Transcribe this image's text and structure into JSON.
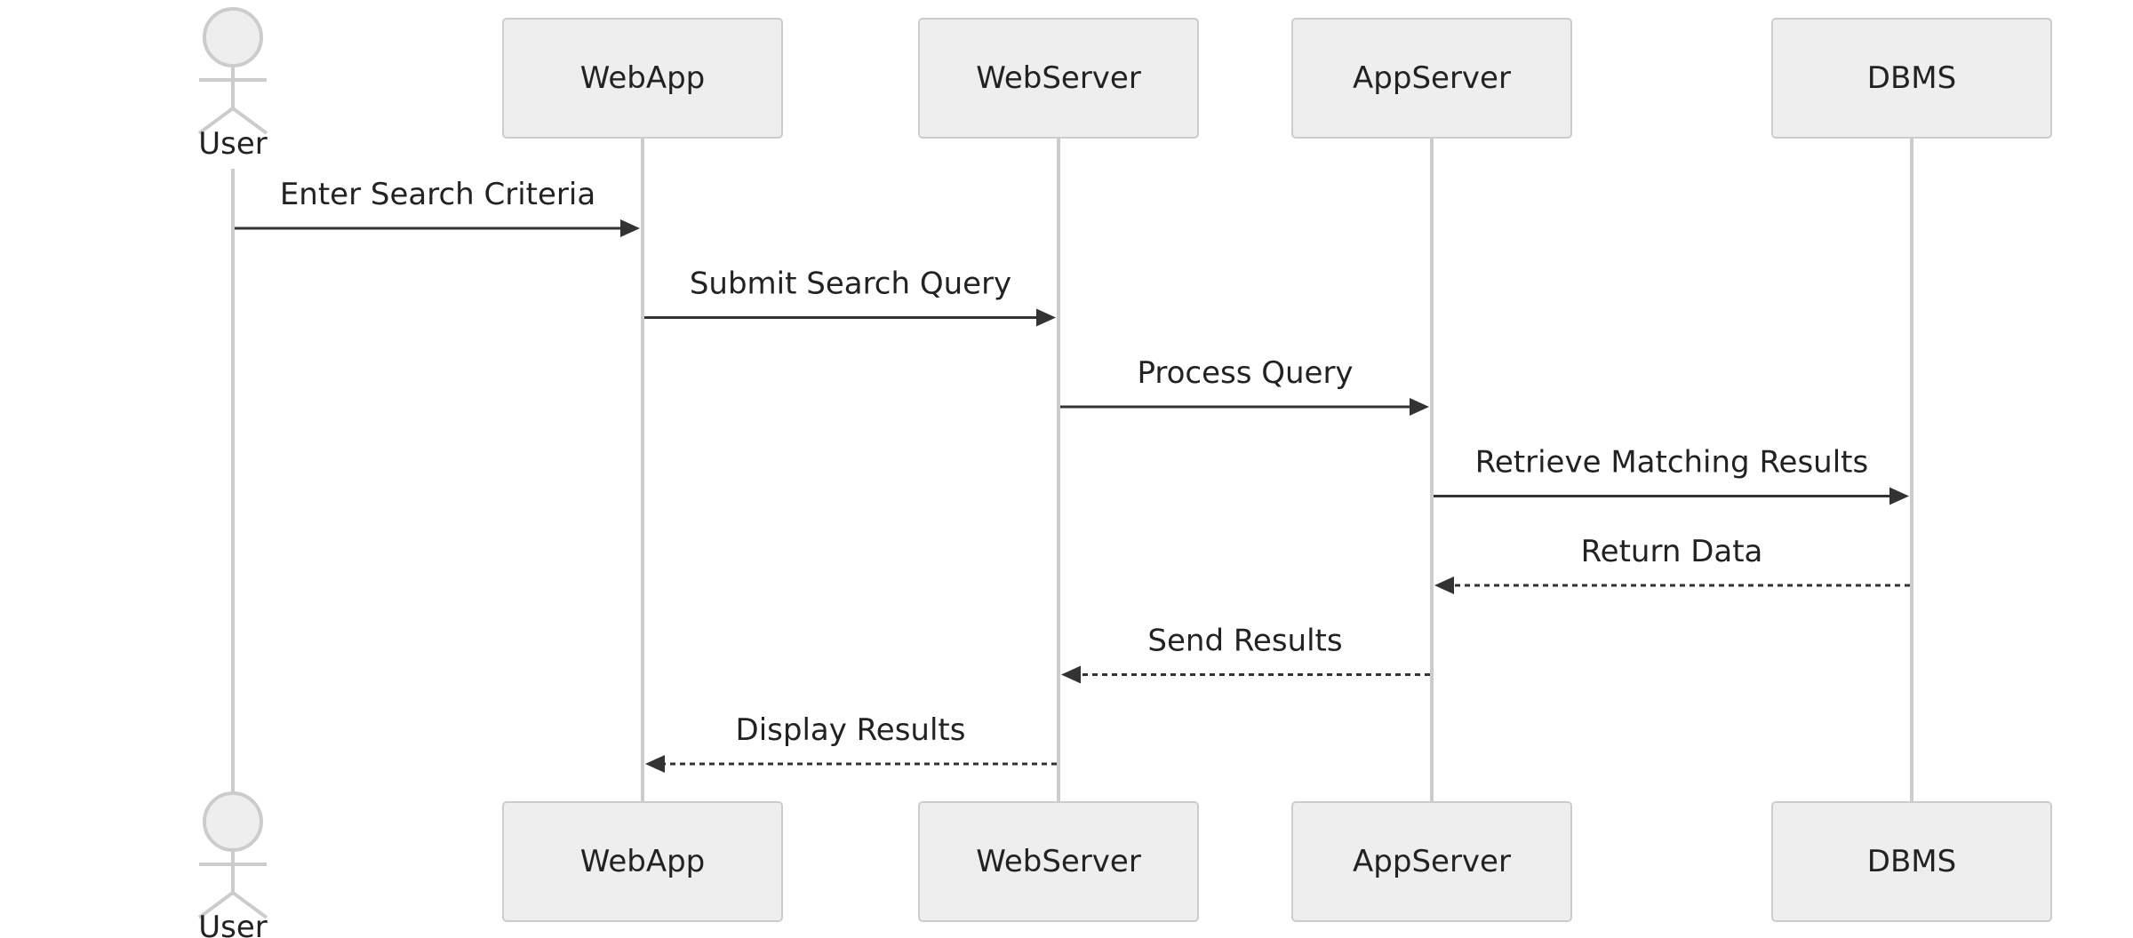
{
  "participants": [
    {
      "id": "user",
      "label": "User",
      "kind": "actor"
    },
    {
      "id": "webapp",
      "label": "WebApp",
      "kind": "box"
    },
    {
      "id": "webserver",
      "label": "WebServer",
      "kind": "box"
    },
    {
      "id": "appserver",
      "label": "AppServer",
      "kind": "box"
    },
    {
      "id": "dbms",
      "label": "DBMS",
      "kind": "box"
    }
  ],
  "messages": [
    {
      "from": "user",
      "to": "webapp",
      "label": "Enter Search Criteria",
      "style": "solid"
    },
    {
      "from": "webapp",
      "to": "webserver",
      "label": "Submit Search Query",
      "style": "solid"
    },
    {
      "from": "webserver",
      "to": "appserver",
      "label": "Process Query",
      "style": "solid"
    },
    {
      "from": "appserver",
      "to": "dbms",
      "label": "Retrieve Matching Results",
      "style": "solid"
    },
    {
      "from": "dbms",
      "to": "appserver",
      "label": "Return Data",
      "style": "dashed"
    },
    {
      "from": "appserver",
      "to": "webserver",
      "label": "Send Results",
      "style": "dashed"
    },
    {
      "from": "webserver",
      "to": "webapp",
      "label": "Display Results",
      "style": "dashed"
    }
  ],
  "colors": {
    "box_fill": "#eeeeee",
    "box_stroke": "#cccccc",
    "lifeline": "#cccccc",
    "arrow": "#333333",
    "text": "#222222"
  }
}
